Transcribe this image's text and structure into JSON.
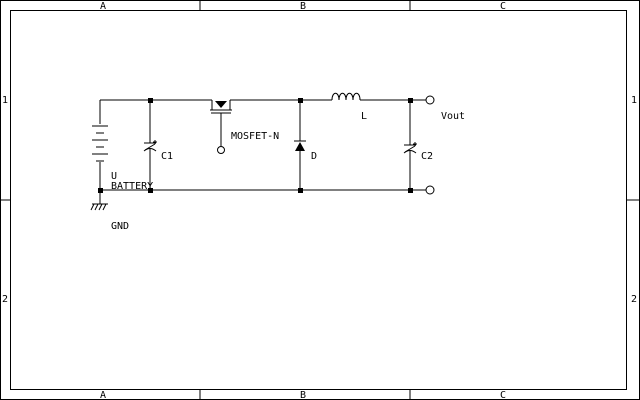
{
  "sheet": {
    "columns": [
      "A",
      "B",
      "C"
    ],
    "rows": [
      "1",
      "2"
    ]
  },
  "components": {
    "battery": {
      "ref": "U",
      "value": "BATTERY"
    },
    "ground": {
      "label": "GND"
    },
    "c1": {
      "label": "C1"
    },
    "mosfet": {
      "label": "MOSFET-N"
    },
    "diode": {
      "label": "D"
    },
    "inductor": {
      "label": "L"
    },
    "c2": {
      "label": "C2"
    },
    "output": {
      "label": "Vout"
    }
  }
}
